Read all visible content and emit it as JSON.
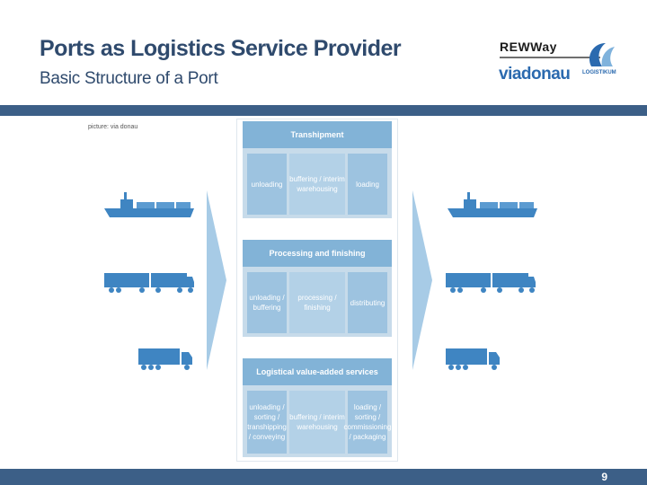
{
  "slide": {
    "title": "Ports as Logistics Service Provider",
    "subtitle": "Basic Structure of a Port",
    "caption": "picture: via donau",
    "page_number": "9"
  },
  "logos": {
    "reway": "REWWay",
    "viadonau": "viadonau",
    "logistikum": "LOGISTIKUM"
  },
  "diagram": {
    "transhipment": {
      "header": "Transhipment",
      "cells": [
        "unloading",
        "buffering / interim warehousing",
        "loading"
      ]
    },
    "processing": {
      "header": "Processing and finishing",
      "cells": [
        "unloading / buffering",
        "processing / finishing",
        "distributing"
      ]
    },
    "logistical": {
      "header": "Logistical value-added services",
      "cells": [
        "unloading / sorting / transhipping / conveying",
        "buffering / interim warehousing",
        "loading / sorting / commissioning / packaging"
      ]
    }
  },
  "icons": {
    "left": [
      "ship-icon",
      "truck-icon",
      "truck-icon"
    ],
    "right": [
      "ship-icon",
      "truck-icon",
      "truck-icon"
    ]
  },
  "colors": {
    "header_blue": "#3c5f87",
    "title_color": "#2f4a6d",
    "panel_header": "#82b3d7",
    "cell_blue": "#9dc3e0",
    "arrow_blue": "#a7cbe6",
    "icon_blue": "#3f85c2"
  }
}
